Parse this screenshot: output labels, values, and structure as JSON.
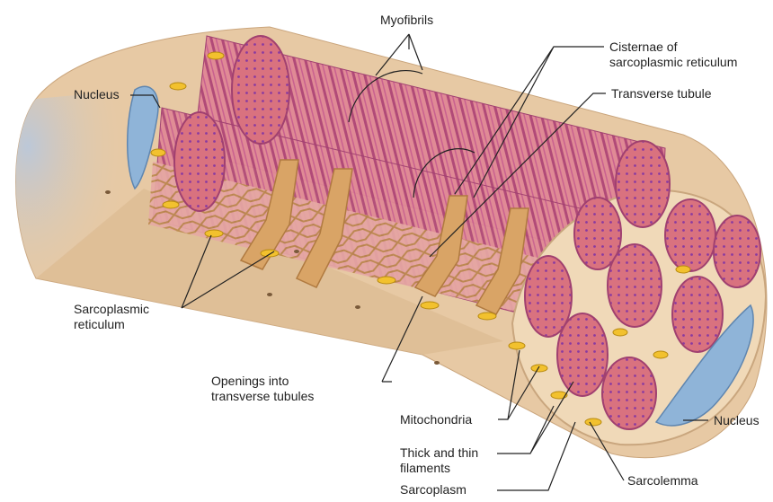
{
  "labels": {
    "myofibrils": "Myofibrils",
    "cisternae": "Cisternae of\nsarcoplasmic reticulum",
    "transverse_tubule": "Transverse tubule",
    "nucleus_left": "Nucleus",
    "sarcoplasmic_reticulum": "Sarcoplasmic\nreticulum",
    "openings": "Openings into\ntransverse tubules",
    "mitochondria": "Mitochondria",
    "thick_thin": "Thick and thin\nfilaments",
    "sarcoplasm": "Sarcoplasm",
    "sarcolemma": "Sarcolemma",
    "nucleus_right": "Nucleus"
  },
  "colors": {
    "fiber_tan": "#e7c9a4",
    "fiber_shadow": "#d8b48c",
    "myofibril_pink": "#d9727f",
    "myofibril_stripe": "#b14a78",
    "myofibril_dot": "#8a3aa0",
    "sr_network": "#b9884a",
    "t_tubule": "#d9a466",
    "nucleus_blue": "#8fb4d8",
    "mitochondria_yellow": "#f2c12e",
    "leader_line": "#222222"
  }
}
